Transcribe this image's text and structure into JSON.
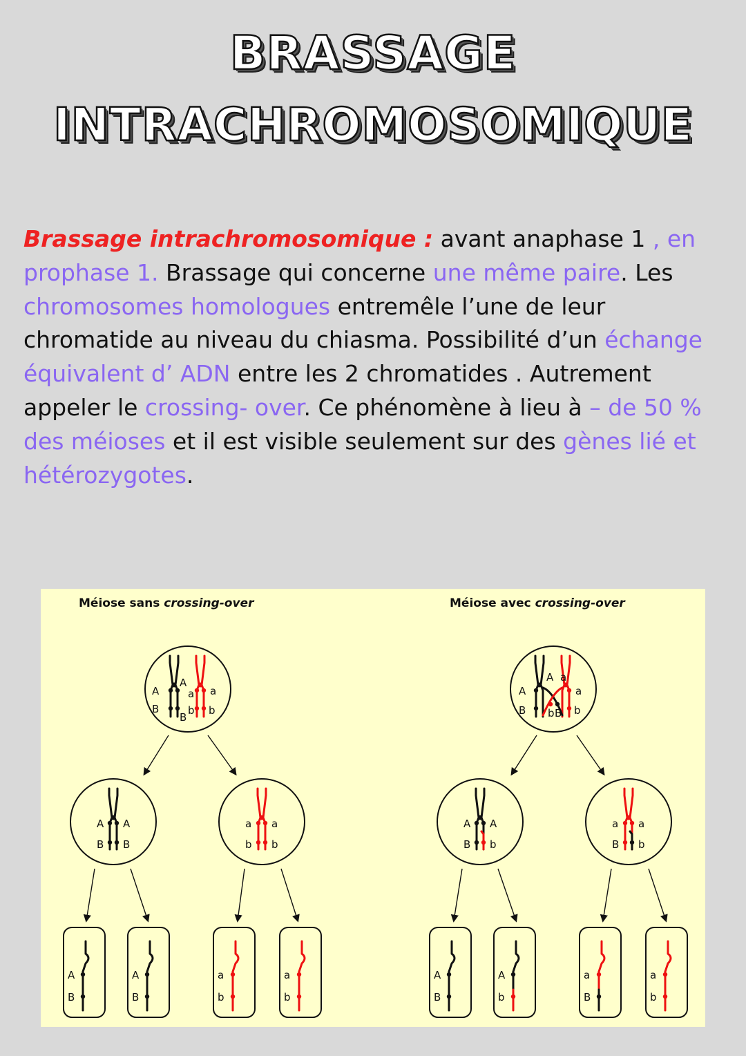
{
  "title": {
    "line1": "BRASSAGE",
    "line2": "INTRACHROMOSOMIQUE"
  },
  "paragraph": {
    "term": "Brassage intrachromosomique :",
    "s1": " avant anaphase 1 ",
    "s2": ", en prophase 1.",
    "s3": " Brassage qui concerne ",
    "s4": "une même paire",
    "s5": ". Les ",
    "s6": "chromosomes homologues",
    "s7": " entremêle l’une de leur chromatide au niveau du chiasma. Possibilité d’un ",
    "s8": "échange équivalent d’ ADN",
    "s9": " entre les 2 chromatides . Autrement appeler le ",
    "s10": "crossing- over",
    "s11": ". Ce phénomène à lieu à ",
    "s12": "– de 50 % des méioses",
    "s13": " et il est visible seulement sur des ",
    "s14": "gènes lié et hétérozygotes",
    "s15": "."
  },
  "figure": {
    "left_caption": "Méiose sans",
    "left_caption_italic": "crossing-over",
    "right_caption": "Méiose avec",
    "right_caption_italic": "crossing-over",
    "allele_A": "A",
    "allele_a": "a",
    "allele_B": "B",
    "allele_b": "b",
    "colors": {
      "paternal": "#111111",
      "maternal": "#ee1111",
      "background": "#ffffcc"
    }
  }
}
